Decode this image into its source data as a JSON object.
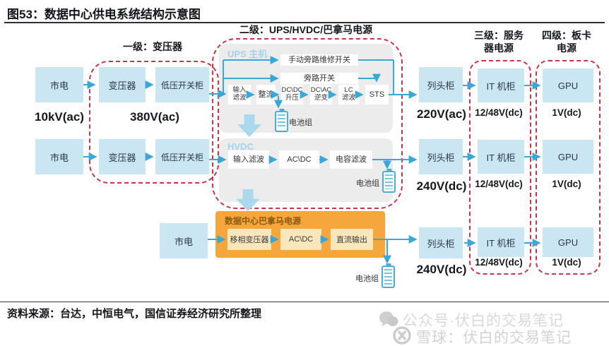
{
  "title": "图53：数据中心供电系统结构示意图",
  "levels": {
    "l1": "一级：变压器",
    "l2": "二级：UPS/HVDC/巴拿马电源",
    "l3": "三级：服务器电源",
    "l4": "四级：板卡电源"
  },
  "labels": {
    "mains": "市电",
    "transformer": "变压器",
    "lv_switchgear": "低压开关柜",
    "row_head": "列头柜",
    "it_cabinet": "IT 机柜",
    "gpu": "GPU",
    "battery": "电池组"
  },
  "voltages": {
    "v10kv": "10kV(ac)",
    "v380": "380V(ac)",
    "v220": "220V(ac)",
    "v240": "240V(dc)",
    "v1248": "12/48V(dc)",
    "v1": "1V(dc)"
  },
  "ups": {
    "title": "UPS 主机",
    "manual_bypass": "手动旁路维修开关",
    "bypass_switch": "旁路开关",
    "chain": [
      "输入\n滤波",
      "整流",
      "DC\\DC\n升压",
      "DC\\AC\n逆变",
      "LC\n滤波",
      "STS"
    ]
  },
  "hvdc": {
    "title": "HVDC",
    "chain": [
      "输入滤波",
      "AC\\DC",
      "电容滤波"
    ]
  },
  "panama": {
    "title": "数据中心巴拿马电源",
    "chain": [
      "移相变压器",
      "AC\\DC",
      "直流输出"
    ]
  },
  "source": "资料来源：台达，中恒电气，国信证券经济研究所整理",
  "watermark": {
    "line1": "公众号·伏白的交易笔记",
    "line2": "雪球：伏白的交易笔记"
  },
  "colors": {
    "arrow": "#3aa7d6",
    "node_blue": "#c9e6f2",
    "dashed_red": "#c5364a",
    "panama_orange": "#f5a73e",
    "panama_inner": "#f9e6bb",
    "container_gray": "#ececec"
  }
}
